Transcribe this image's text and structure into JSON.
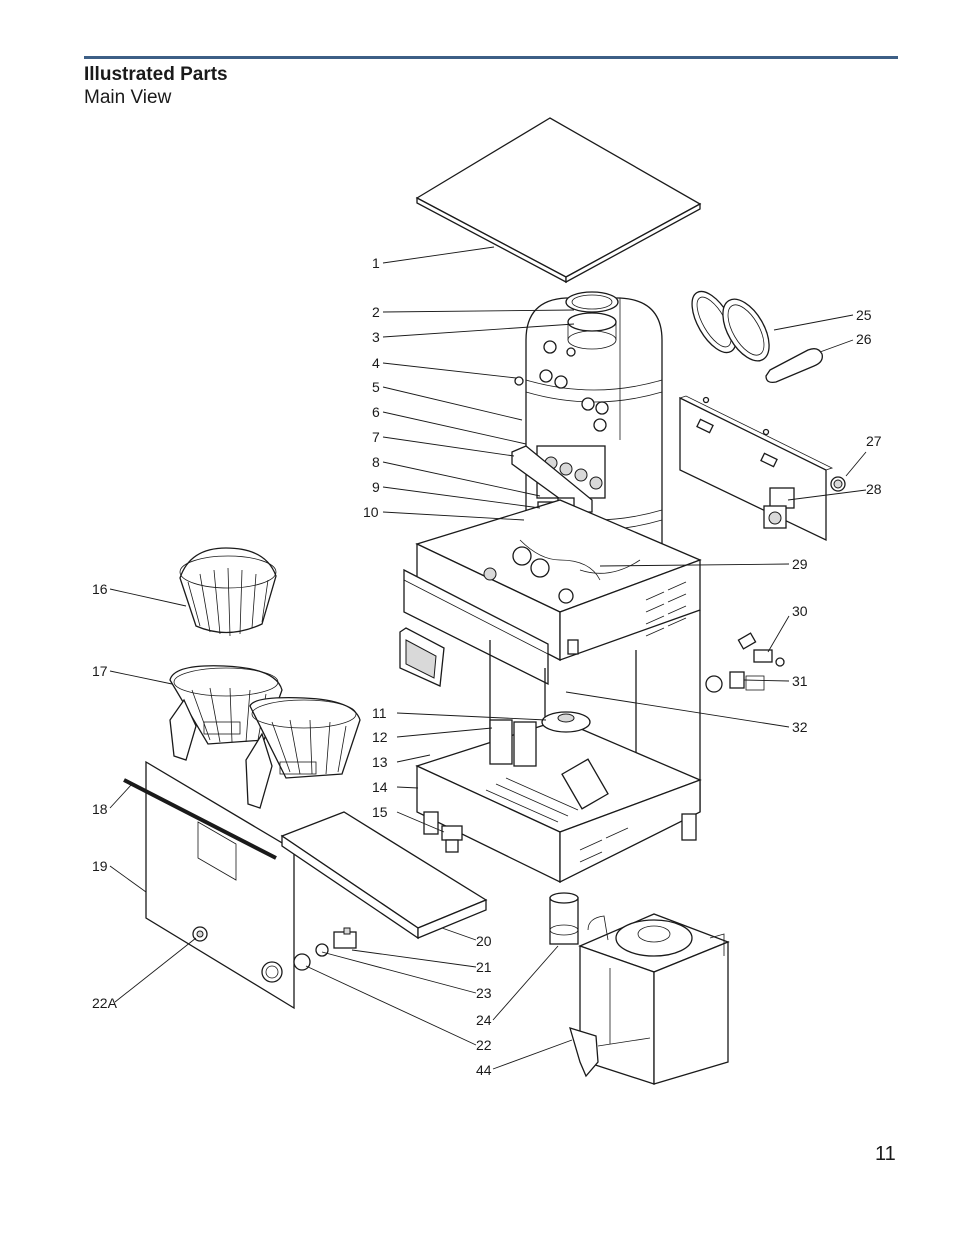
{
  "header": {
    "title": "Illustrated Parts",
    "subtitle": "Main View"
  },
  "page_number": "11",
  "callouts": [
    "1",
    "2",
    "3",
    "4",
    "5",
    "6",
    "7",
    "8",
    "9",
    "10",
    "11",
    "12",
    "13",
    "14",
    "15",
    "16",
    "17",
    "18",
    "19",
    "20",
    "21",
    "22A",
    "22",
    "23",
    "24",
    "25",
    "26",
    "27",
    "28",
    "29",
    "30",
    "31",
    "32",
    "44"
  ],
  "colors": {
    "rule": "#3d5f86",
    "ink": "#1a1a1a"
  }
}
